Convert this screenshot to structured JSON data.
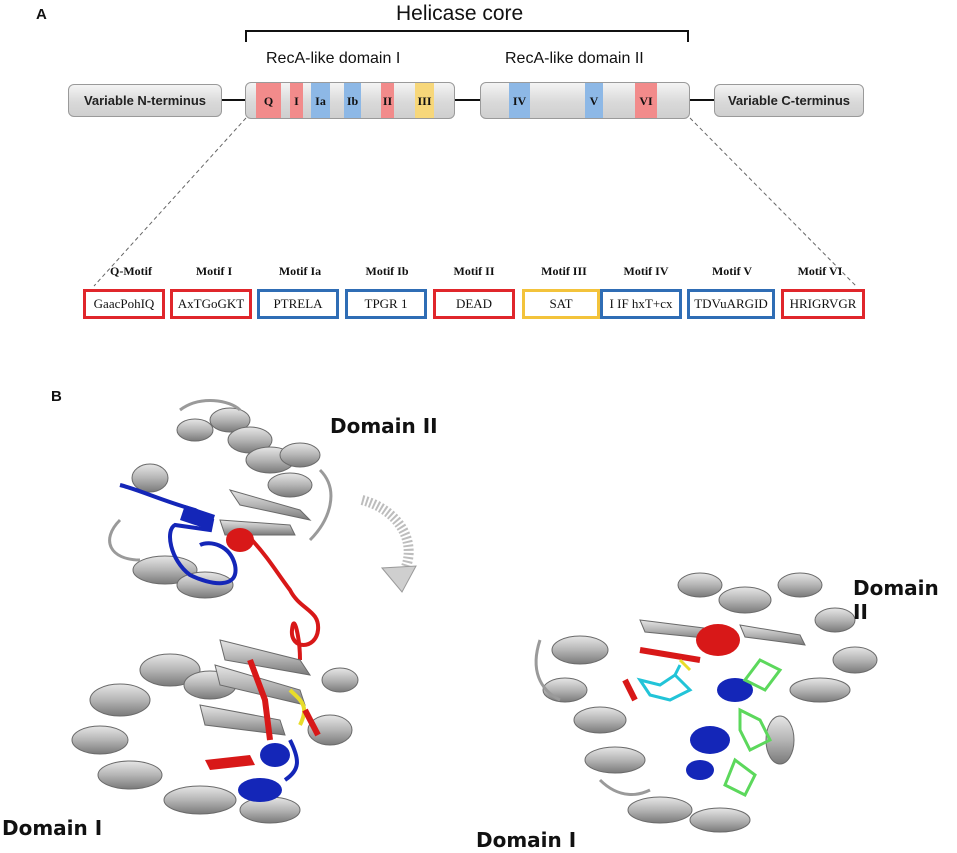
{
  "panel_a": {
    "label": "A",
    "core_title": "Helicase core",
    "domain1_title": "RecA-like domain I",
    "domain2_title": "RecA-like domain II",
    "n_terminus": "Variable N-terminus",
    "c_terminus": "Variable C-terminus",
    "domain1_blocks": [
      {
        "label": "Q",
        "color": "#f28b8b"
      },
      {
        "label": "I",
        "color": "#f28b8b"
      },
      {
        "label": "Ia",
        "color": "#8db8e6"
      },
      {
        "label": "Ib",
        "color": "#8db8e6"
      },
      {
        "label": "II",
        "color": "#f28b8b"
      },
      {
        "label": "III",
        "color": "#f7d77a"
      }
    ],
    "domain2_blocks": [
      {
        "label": "IV",
        "color": "#8db8e6"
      },
      {
        "label": "V",
        "color": "#8db8e6"
      },
      {
        "label": "VI",
        "color": "#f28b8b"
      }
    ],
    "motifs": [
      {
        "name": "Q-Motif",
        "seq": "GaacPohIQ",
        "color": "#e0262b"
      },
      {
        "name": "Motif I",
        "seq": "AxTGoGKT",
        "color": "#e0262b"
      },
      {
        "name": "Motif Ia",
        "seq": "PTRELA",
        "color": "#2f6db5"
      },
      {
        "name": "Motif Ib",
        "seq": "TPGR 1",
        "color": "#2f6db5"
      },
      {
        "name": "Motif II",
        "seq": "DEAD",
        "color": "#e0262b"
      },
      {
        "name": "Motif III",
        "seq": "SAT",
        "color": "#f3c33b"
      },
      {
        "name": "Motif IV",
        "seq": "I IF hxT+cx",
        "color": "#2f6db5"
      },
      {
        "name": "Motif V",
        "seq": "TDVuARGID",
        "color": "#2f6db5"
      },
      {
        "name": "Motif VI",
        "seq": "HRIGRVGR",
        "color": "#e0262b"
      }
    ]
  },
  "panel_b": {
    "label": "B",
    "left_domain2": "Domain II",
    "left_domain1": "Domain I",
    "right_domain2": "Domain II",
    "right_domain1": "Domain I"
  },
  "colors": {
    "helix_grey": "#b8b8b8",
    "motif_red": "#d81818",
    "motif_blue": "#1426b8",
    "motif_yellow": "#e8dc2a",
    "ligand_cyan": "#22c4d8",
    "rna_green": "#5cd85c"
  }
}
